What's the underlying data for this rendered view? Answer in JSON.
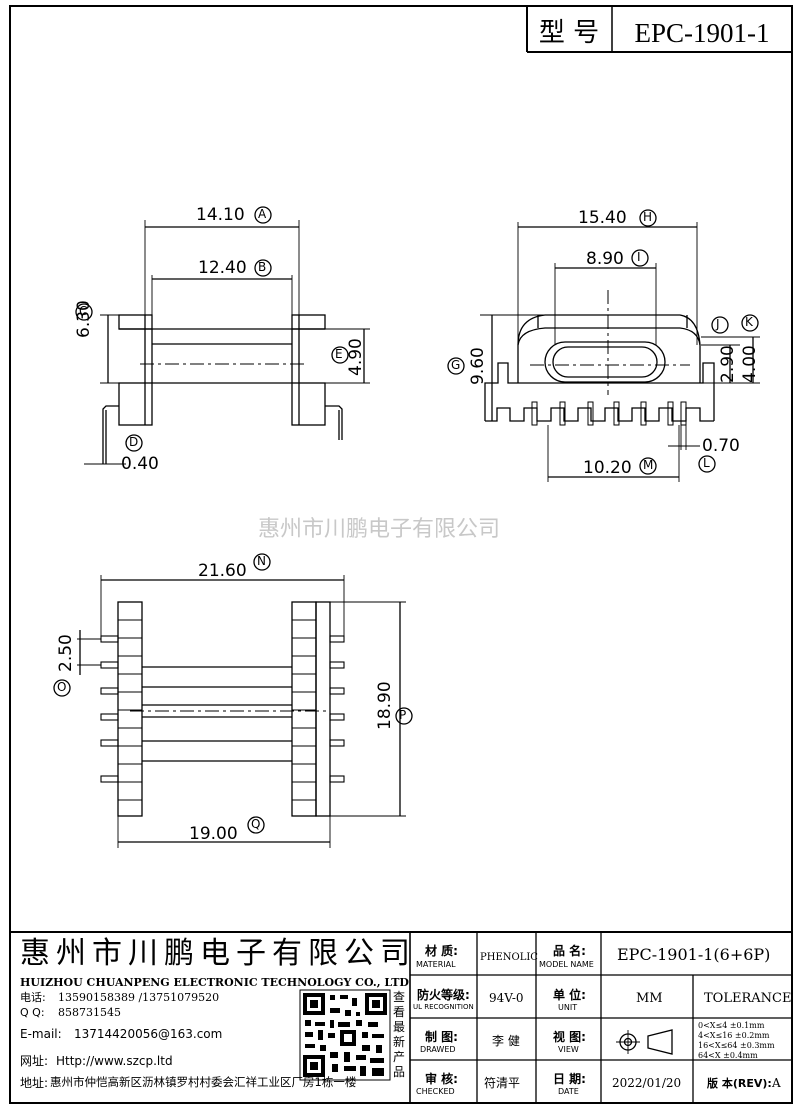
{
  "title_block_top": {
    "type_label": "型  号",
    "model": "EPC-1901-1"
  },
  "watermark": "惠州市川鹏电子有限公司",
  "views": {
    "front": {
      "dims": [
        {
          "value": "14.10",
          "tag": "A"
        },
        {
          "value": "12.40",
          "tag": "B"
        },
        {
          "value": "6.30",
          "tag": "C"
        },
        {
          "value": "0.40",
          "tag": "D"
        },
        {
          "value": "4.90",
          "tag": "E"
        }
      ]
    },
    "side": {
      "dims": [
        {
          "value": "15.40",
          "tag": "H"
        },
        {
          "value": "8.90",
          "tag": "I"
        },
        {
          "value": "9.60",
          "tag": "G"
        },
        {
          "value": "2.90",
          "tag": "J"
        },
        {
          "value": "4.00",
          "tag": "K"
        },
        {
          "value": "0.70",
          "tag": "L"
        },
        {
          "value": "10.20",
          "tag": "M"
        }
      ]
    },
    "bottom": {
      "dims": [
        {
          "value": "21.60",
          "tag": "N"
        },
        {
          "value": "2.50",
          "tag": "O"
        },
        {
          "value": "18.90",
          "tag": "P"
        },
        {
          "value": "19.00",
          "tag": "Q"
        }
      ]
    }
  },
  "company": {
    "name_cn": "惠州市川鹏电子有限公司",
    "name_en": "HUIZHOU CHUANPENG ELECTRONIC TECHNOLOGY CO., LTD",
    "phone_label": "电话:",
    "phone": "13590158389 /13751079520",
    "qq_label": "Q Q:",
    "qq": "858731545",
    "email_label": "E-mail:",
    "email": "13714420056@163.com",
    "web_label": "网址:",
    "web": "Http://www.szcp.ltd",
    "addr_label": "地址:",
    "addr": "惠州市仲恺高新区沥林镇罗村村委会汇祥工业区厂房1栋一楼",
    "qr_caption": "查看最新产品"
  },
  "title_block": {
    "material_label": "材  质:",
    "material_label_en": "MATERIAL",
    "material": "PHENOLIC",
    "name_label": "品  名:",
    "name_label_en": "MODEL NAME",
    "name": "EPC-1901-1(6+6P)",
    "fire_label": "防火等级:",
    "fire_label_en": "UL RECOGNITION",
    "fire": "94V-0",
    "unit_label": "单  位:",
    "unit_label_en": "UNIT",
    "unit": "MM",
    "tolerance_label": "TOLERANCE",
    "draw_label": "制  图:",
    "draw_label_en": "DRAWED",
    "drawer": "李 健",
    "view_label": "视  图:",
    "view_label_en": "VIEW",
    "check_label": "审  核:",
    "check_label_en": "CHECKED",
    "checker": "符清平",
    "date_label": "日  期:",
    "date_label_en": "DATE",
    "date": "2022/01/20",
    "rev_label": "版 本(REV):",
    "rev": "A",
    "tolerances": [
      "0<X≤4    ±0.1mm",
      "4<X≤16   ±0.2mm",
      "16<X≤64  ±0.3mm",
      "64<X     ±0.4mm"
    ]
  }
}
